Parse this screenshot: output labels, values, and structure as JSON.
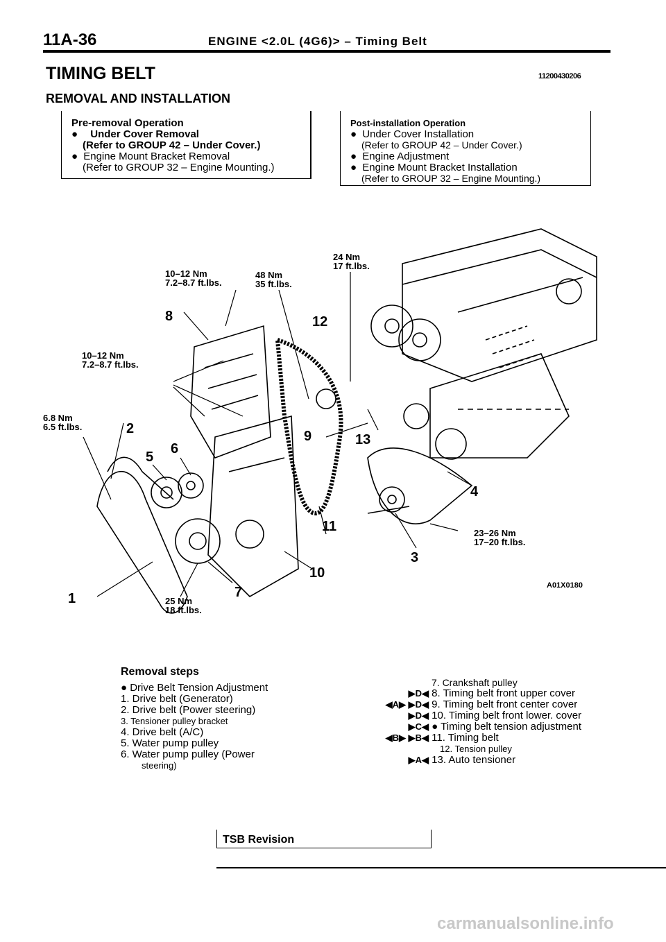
{
  "header": {
    "page_code": "11A-36",
    "section": "ENGINE <2.0L (4G6)> – Timing Belt"
  },
  "title": "TIMING BELT",
  "doc_number": "11200430206",
  "subtitle": "REMOVAL AND INSTALLATION",
  "pre_removal": {
    "heading": "Pre-removal Operation",
    "items": [
      {
        "text": "Under Cover Removal",
        "sub": "(Refer to GROUP 42 – Under Cover.)"
      },
      {
        "text": "Engine Mount Bracket Removal",
        "sub": "(Refer to GROUP 32 – Engine Mounting.)"
      }
    ]
  },
  "post_installation": {
    "heading": "Post-installation Operation",
    "items": [
      {
        "text": "Under Cover Installation",
        "sub": "(Refer to GROUP 42 – Under Cover.)"
      },
      {
        "text": "Engine Adjustment",
        "sub": ""
      },
      {
        "text": "Engine Mount Bracket Installation",
        "sub": "(Refer to GROUP 32 – Engine Mounting.)"
      }
    ]
  },
  "torques": {
    "t1": {
      "nm": "10–12 Nm",
      "ft": "7.2–8.7 ft.lbs."
    },
    "t2": {
      "nm": "48 Nm",
      "ft": "35 ft.lbs."
    },
    "t3": {
      "nm": "24 Nm",
      "ft": "17 ft.lbs."
    },
    "t4": {
      "nm": "10–12 Nm",
      "ft": "7.2–8.7 ft.lbs."
    },
    "t5": {
      "nm": "6.8 Nm",
      "ft": "6.5 ft.lbs."
    },
    "t6": {
      "nm": "23–26 Nm",
      "ft": "17–20 ft.lbs."
    },
    "t7": {
      "nm": "25 Nm",
      "ft": "18 ft.lbs."
    }
  },
  "callouts": [
    "1",
    "2",
    "3",
    "4",
    "5",
    "6",
    "7",
    "8",
    "9",
    "10",
    "11",
    "12",
    "13"
  ],
  "figure_code": "A01X0180",
  "removal_steps": {
    "heading": "Removal steps",
    "left": [
      "● Drive Belt Tension Adjustment",
      "1. Drive belt (Generator)",
      "2. Drive belt (Power steering)",
      "3. Tensioner pulley bracket",
      "4. Drive belt (A/C)",
      "5. Water pump pulley",
      "6. Water pump pulley (Power",
      "steering)"
    ],
    "right": [
      {
        "marks": "",
        "text": "7. Crankshaft pulley"
      },
      {
        "marks": "▶D◀",
        "text": "8. Timing belt front upper cover"
      },
      {
        "marks": "◀A▶ ▶D◀",
        "text": "9. Timing belt front center cover"
      },
      {
        "marks": "▶D◀",
        "text": "10. Timing belt front lower. cover"
      },
      {
        "marks": "▶C◀",
        "text": "● Timing belt tension adjustment"
      },
      {
        "marks": "◀B▶ ▶B◀",
        "text": "11. Timing belt"
      },
      {
        "marks": "",
        "text": "12. Tension pulley"
      },
      {
        "marks": "▶A◀",
        "text": "13. Auto tensioner"
      }
    ]
  },
  "footer": {
    "tsb": "TSB Revision"
  },
  "watermark": "carmanualsonline.info"
}
